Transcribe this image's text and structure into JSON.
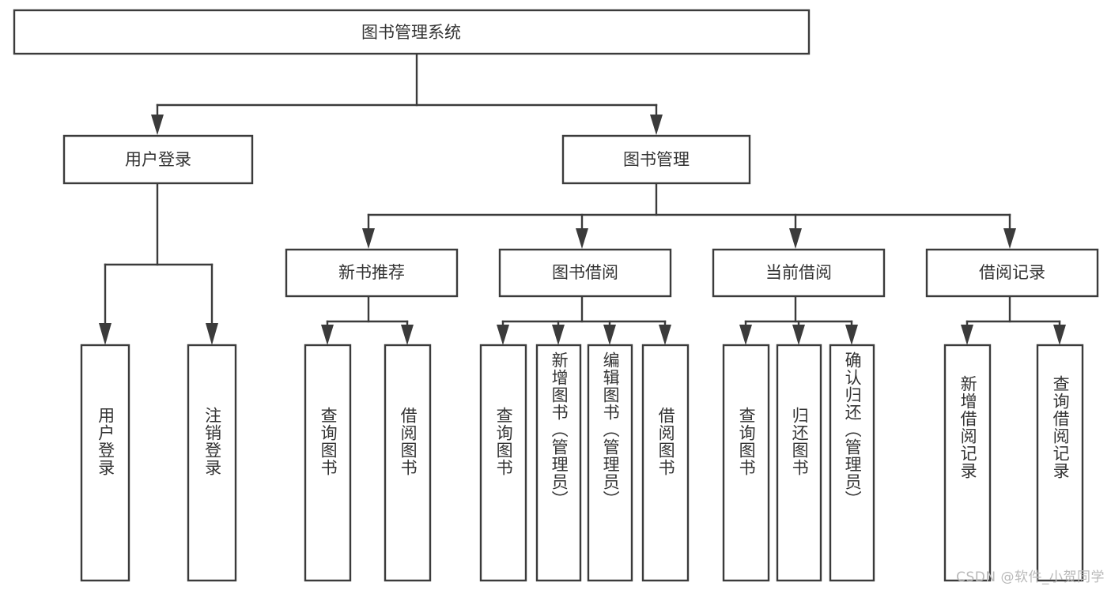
{
  "diagram": {
    "title": "图书管理系统",
    "type": "tree-hierarchy",
    "watermark": "CSDN @软件_小贺同学",
    "colors": {
      "background": "#ffffff",
      "stroke": "#3b3b3b",
      "box_fill": "#ffffff",
      "text": "#333333",
      "watermark": "#b9b9b9"
    },
    "root": {
      "id": "root",
      "label": "图书管理系统"
    },
    "level2": [
      {
        "id": "user-login",
        "label": "用户登录"
      },
      {
        "id": "book-manage",
        "label": "图书管理"
      }
    ],
    "level3": [
      {
        "id": "new-book-recommend",
        "label": "新书推荐",
        "parent": "book-manage"
      },
      {
        "id": "book-borrow",
        "label": "图书借阅",
        "parent": "book-manage"
      },
      {
        "id": "current-borrow",
        "label": "当前借阅",
        "parent": "book-manage"
      },
      {
        "id": "borrow-record",
        "label": "借阅记录",
        "parent": "book-manage"
      }
    ],
    "leaves": [
      {
        "id": "leaf-user-login",
        "label": "用户登录",
        "parent": "user-login"
      },
      {
        "id": "leaf-user-logout",
        "label": "注销登录",
        "parent": "user-login"
      },
      {
        "id": "leaf-query-book-1",
        "label": "查询图书",
        "parent": "new-book-recommend"
      },
      {
        "id": "leaf-borrow-book-1",
        "label": "借阅图书",
        "parent": "new-book-recommend"
      },
      {
        "id": "leaf-query-book-2",
        "label": "查询图书",
        "parent": "book-borrow"
      },
      {
        "id": "leaf-add-book",
        "label": "新增图书（管理员）",
        "parent": "book-borrow"
      },
      {
        "id": "leaf-edit-book",
        "label": "编辑图书（管理员）",
        "parent": "book-borrow"
      },
      {
        "id": "leaf-borrow-book-2",
        "label": "借阅图书",
        "parent": "book-borrow"
      },
      {
        "id": "leaf-query-book-3",
        "label": "查询图书",
        "parent": "current-borrow"
      },
      {
        "id": "leaf-return-book",
        "label": "归还图书",
        "parent": "current-borrow"
      },
      {
        "id": "leaf-confirm-return",
        "label": "确认归还（管理员）",
        "parent": "current-borrow"
      },
      {
        "id": "leaf-add-record",
        "label": "新增借阅记录",
        "parent": "borrow-record"
      },
      {
        "id": "leaf-query-record",
        "label": "查询借阅记录",
        "parent": "borrow-record"
      }
    ]
  }
}
